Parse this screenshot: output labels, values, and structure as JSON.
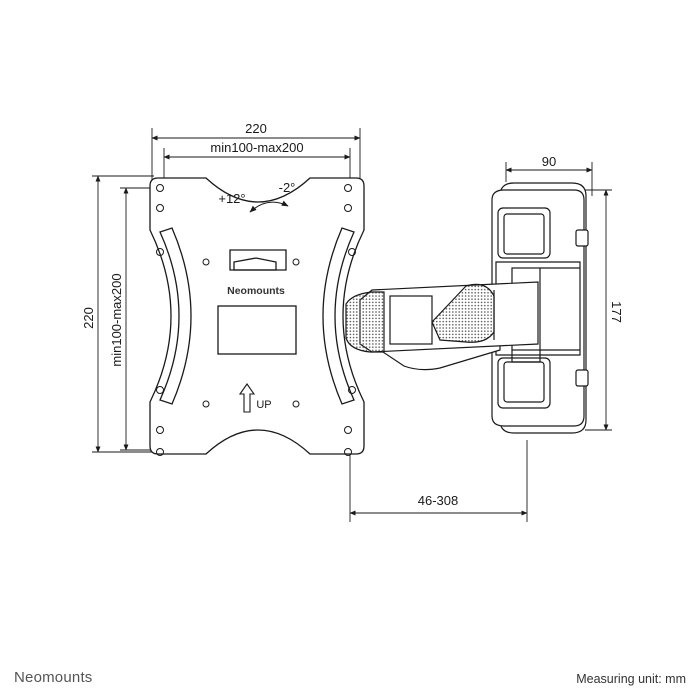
{
  "dimensions": {
    "plate_width": "220",
    "plate_width_vesa": "min100-max200",
    "plate_height": "220",
    "plate_height_vesa": "min100-max200",
    "wall_plate_width": "90",
    "wall_plate_height": "177",
    "extension": "46-308"
  },
  "tilt": {
    "up": "+12°",
    "down": "-2°"
  },
  "plate": {
    "brand": "Neomounts",
    "up_label": "UP"
  },
  "footer": {
    "brand": "Neomounts",
    "unit": "Measuring unit: mm"
  }
}
